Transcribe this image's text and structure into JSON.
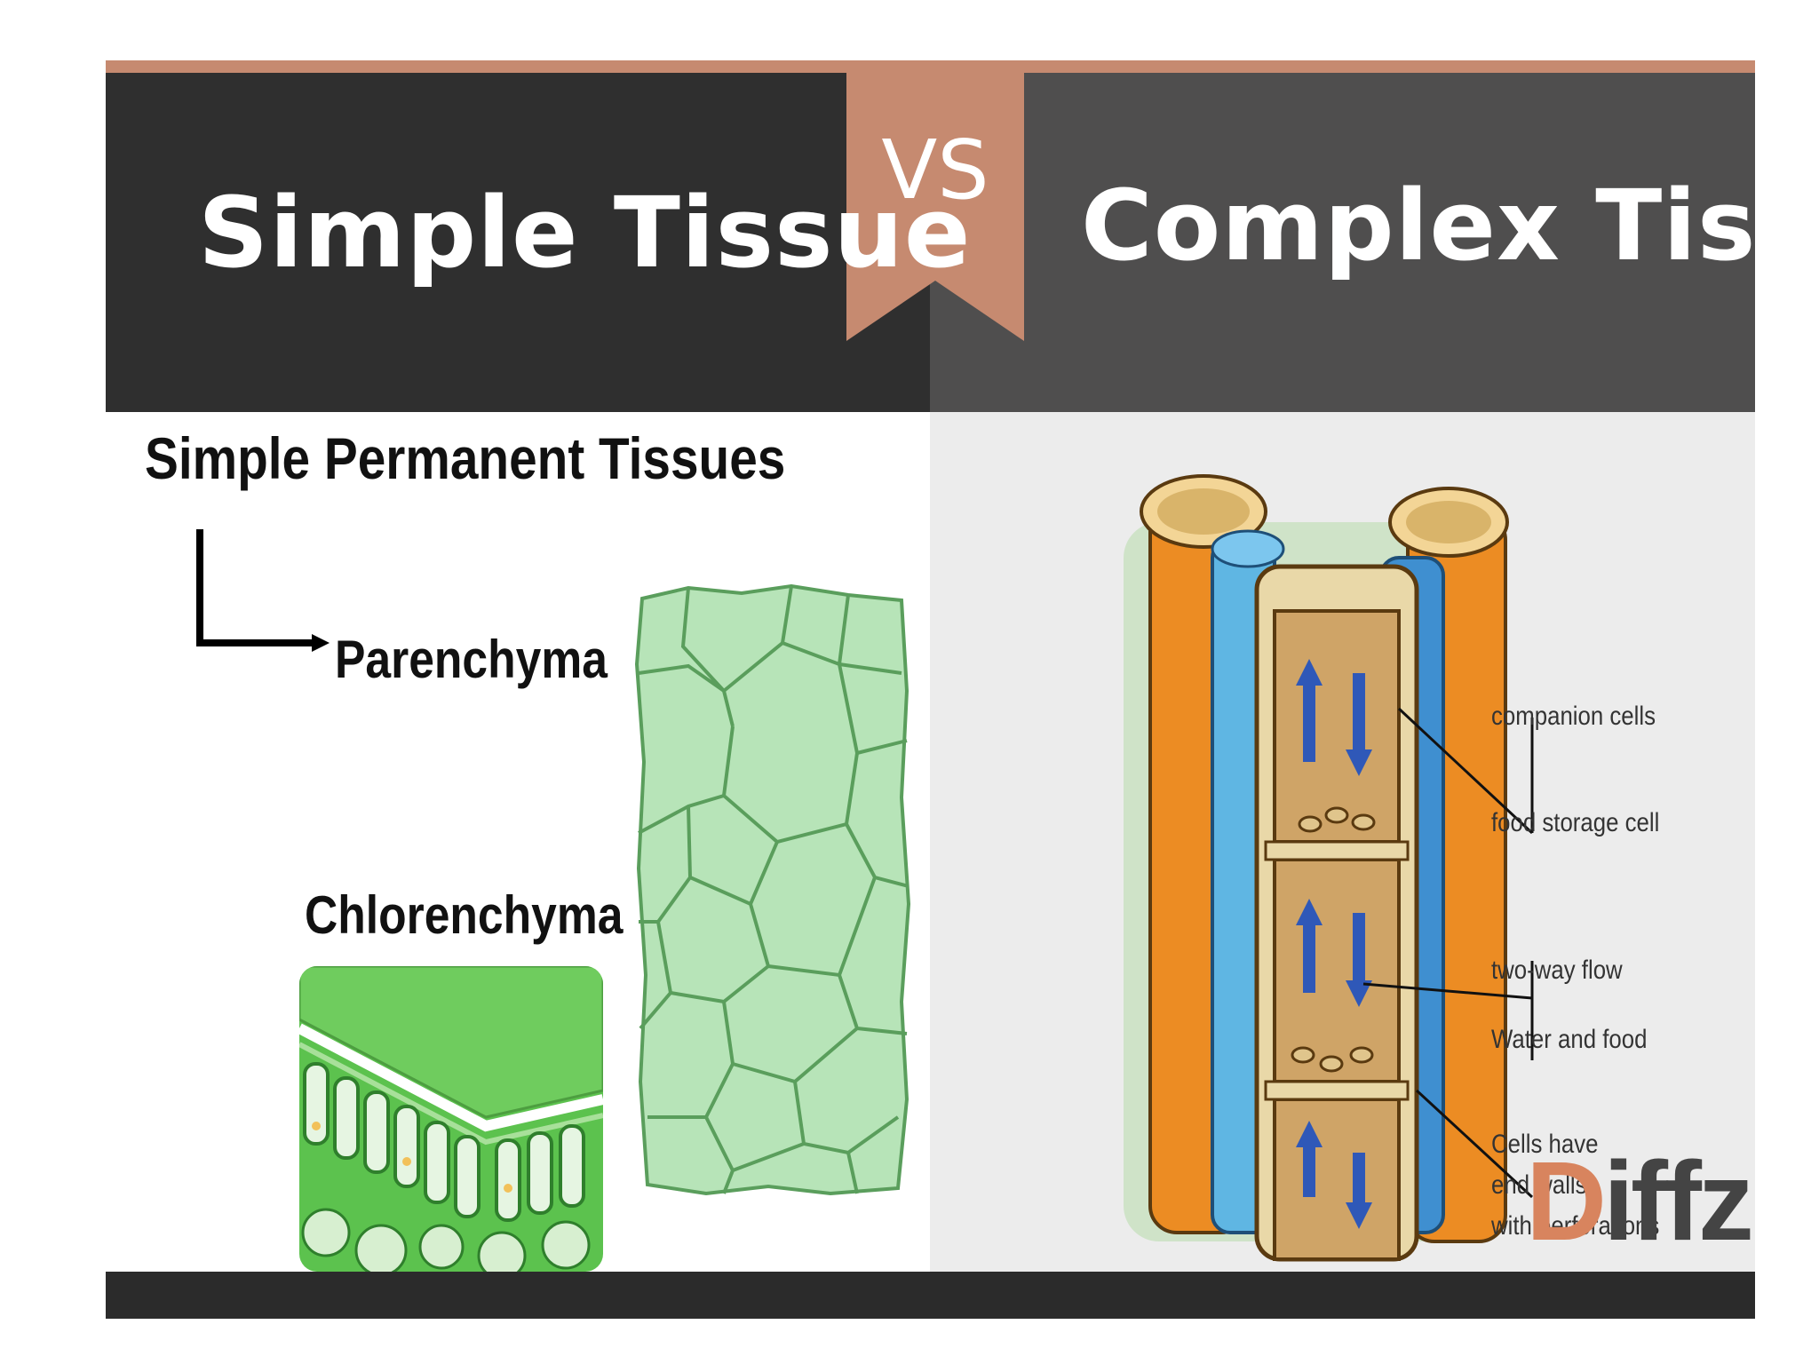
{
  "header": {
    "left_title": "Simple Tissue",
    "vs_label": "VS",
    "right_title": "Complex Tissue"
  },
  "left_panel": {
    "heading": "Simple Permanent Tissues",
    "parenchyma_label": "Parenchyma",
    "chlorenchyma_label": "Chlorenchyma"
  },
  "right_panel": {
    "labels": {
      "companion_cells": "companion cells",
      "food_storage_cell": "food storage cell",
      "two_way_flow": "two-way flow",
      "water_and_food": "Water and food",
      "end_walls_1": "Cells have",
      "end_walls_2": "end walls",
      "end_walls_3": "with perforations"
    }
  },
  "watermark": {
    "brand_first": "D",
    "brand_rest": "iffzi"
  },
  "colors": {
    "accent_ribbon": "#c68a70",
    "header_left": "#2f2f2f",
    "header_right": "#4f4e4e",
    "footer": "#2b2b2b",
    "parenchyma_fill": "#b7e4b8",
    "parenchyma_wall": "#5a9e5c",
    "vessel_orange": "#ec8c23",
    "vessel_blue": "#5fb6e3",
    "sieve_tan": "#cfa467",
    "arrow_blue": "#2f58b8"
  }
}
